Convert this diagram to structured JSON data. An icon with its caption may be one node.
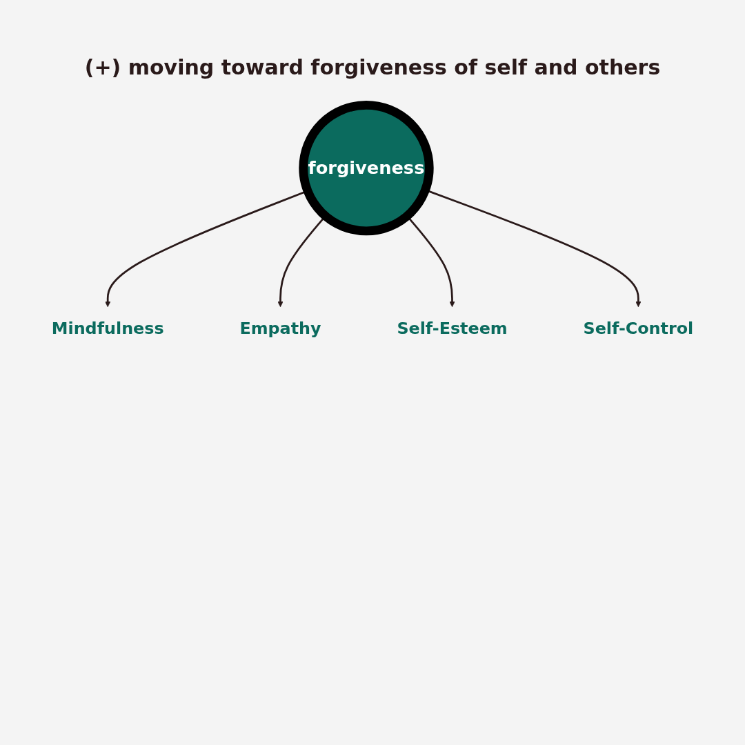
{
  "diagram": {
    "title": "(+) moving toward forgiveness of self and others",
    "nodes": [
      {
        "text": [
          "Mindfulness"
        ]
      },
      {
        "text": [
          "Empathy"
        ]
      },
      {
        "text": [
          "forgiveness"
        ]
      },
      {
        "text": [
          "Self-Esteem"
        ]
      },
      {
        "text": [
          "Self-Control"
        ]
      }
    ],
    "edges": [
      {
        "from": 2,
        "to": 0,
        "arrow": "to"
      },
      {
        "from": 2,
        "to": 1,
        "arrow": "to"
      },
      {
        "from": 2,
        "to": 3,
        "arrow": "to"
      },
      {
        "from": 2,
        "to": 4,
        "arrow": "to"
      }
    ]
  }
}
